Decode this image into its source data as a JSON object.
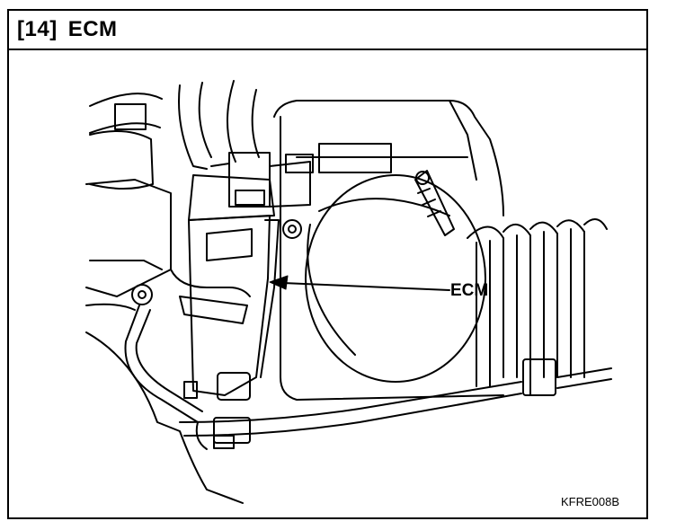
{
  "section": {
    "number": "[14]",
    "name": "ECM"
  },
  "callout": {
    "label": "ECM"
  },
  "figure_ref": "KFRE008B"
}
